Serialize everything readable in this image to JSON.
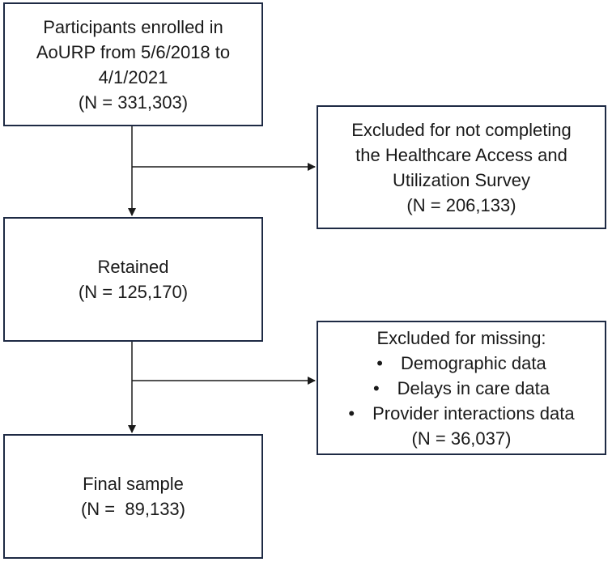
{
  "boxes": {
    "enrolled": {
      "lines": [
        "Participants enrolled in",
        "AoURP from 5/6/2018 to",
        "4/1/2021",
        "(N = 331,303)"
      ]
    },
    "excluded_survey": {
      "lines": [
        "Excluded for not completing",
        "the Healthcare Access and",
        "Utilization Survey",
        "(N = 206,133)"
      ]
    },
    "retained": {
      "label": "Retained",
      "count": "(N = 125,170)"
    },
    "excluded_missing": {
      "heading": "Excluded for missing:",
      "bullet_symbol": "•",
      "items": [
        "Demographic data",
        "Delays in care data",
        "Provider interactions data"
      ],
      "count": "(N = 36,037)"
    },
    "final": {
      "label": "Final sample",
      "count": "(N =  89,133)"
    }
  },
  "colors": {
    "box_border": "#1e2a44",
    "connector": "#1a1a1a",
    "background": "#ffffff"
  }
}
